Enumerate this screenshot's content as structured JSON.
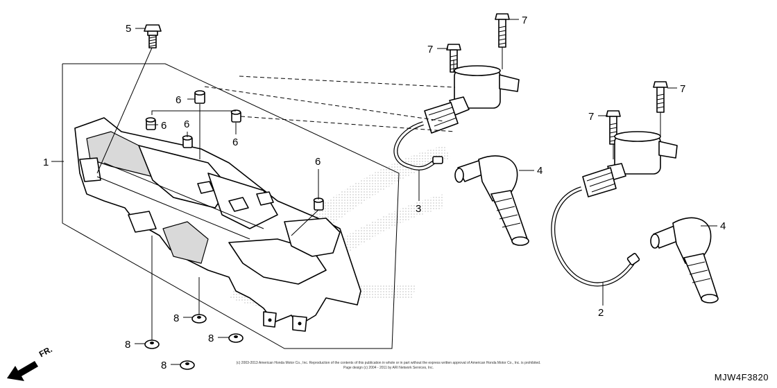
{
  "callouts": {
    "ref1": "1",
    "ref2": "2",
    "ref3": "3",
    "ref4a": "4",
    "ref4b": "4",
    "ref5": "5",
    "ref6a": "6",
    "ref6b": "6",
    "ref6c": "6",
    "ref6d": "6",
    "ref6e": "6",
    "ref7a": "7",
    "ref7b": "7",
    "ref7c": "7",
    "ref7d": "7",
    "ref8a": "8",
    "ref8b": "8",
    "ref8c": "8",
    "ref8d": "8"
  },
  "direction": {
    "label": "FR."
  },
  "footer": {
    "copyright_line1": "(c) 2003-2013 American Honda Motor Co., Inc. Reproduction of the contents of this publication in whole or in part without the express written approval of American Honda Motor Co., Inc. is prohibited.",
    "copyright_line2": "Page design (c) 2004 - 2011 by ARI Network Services, Inc."
  },
  "diagram_code": "MJW4F3820",
  "colors": {
    "line": "#000000",
    "background": "#ffffff",
    "shade": "#d9d9d9"
  }
}
